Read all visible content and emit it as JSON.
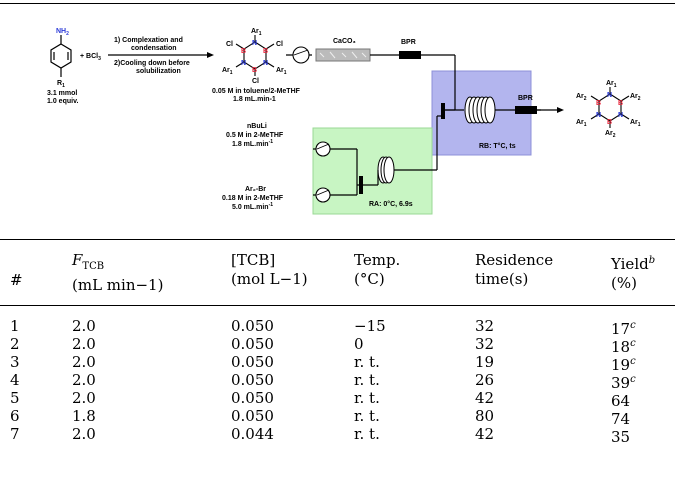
{
  "scheme": {
    "reagent": {
      "nh2": "NH",
      "nh2_sub": "2",
      "r1": "R",
      "r1_sub": "1",
      "amount": "3.1 mmol",
      "equiv": "1.0 equiv.",
      "bcl3": "+ BCl",
      "bcl3_sub": "3"
    },
    "steps": {
      "step1_line1": "1) Complexation and",
      "step1_line2": "condensation",
      "step2_line1": "2)Cooling down before",
      "step2_line2": "solubilization"
    },
    "tcb_ring": {
      "ar1": "Ar",
      "ar1_sub": "1",
      "cl": "Cl",
      "n": "N",
      "b": "B",
      "feed_line1": "0.05 M in toluene/2-MeTHF",
      "feed_line2": "1.8 mL.min-1"
    },
    "caco3": "CaCO₃",
    "bpr": "BPR",
    "nbuli": {
      "name": "nBuLi",
      "conc": "0.5 M in 2-MeTHF",
      "flow": "1.8 mL.min",
      "flow_exp": "-1"
    },
    "ar2br": {
      "name": "Ar₂-Br",
      "conc": "0.18 M in 2-MeTHF",
      "flow": "5.0 mL.min",
      "flow_exp": "-1"
    },
    "ra_label": "RA: 0°C, 6.9s",
    "rb_label": "RB: T°C, ts",
    "product": {
      "ar1": "Ar",
      "ar1_sub": "1",
      "ar2": "Ar",
      "ar2_sub": "2",
      "n": "N",
      "b": "B"
    },
    "colors": {
      "rb_fill": "#b3b5ee",
      "ra_fill": "#c8f5c3",
      "boron": "#e8253a",
      "nitrogen": "#2433d6",
      "nh2": "#2a39d8"
    }
  },
  "table": {
    "headers": [
      {
        "lines": [
          "#"
        ]
      },
      {
        "lines": [
          "F",
          "(mL min−1)"
        ],
        "sub": "TCB"
      },
      {
        "lines": [
          "[TCB]",
          "(mol L−1)"
        ]
      },
      {
        "lines": [
          "Temp.",
          "(°C)"
        ]
      },
      {
        "lines": [
          "Residence",
          "time(s)"
        ]
      },
      {
        "lines": [
          "Yield",
          "(%)"
        ],
        "sup": "b"
      }
    ],
    "rows": [
      {
        "n": "1",
        "f": "2.0",
        "c": "0.050",
        "t": "−15",
        "rt": "32",
        "y": "17",
        "note": "c"
      },
      {
        "n": "2",
        "f": "2.0",
        "c": "0.050",
        "t": "0",
        "rt": "32",
        "y": "18",
        "note": "c"
      },
      {
        "n": "3",
        "f": "2.0",
        "c": "0.050",
        "t": "r. t.",
        "rt": "19",
        "y": "19",
        "note": "c"
      },
      {
        "n": "4",
        "f": "2.0",
        "c": "0.050",
        "t": "r. t.",
        "rt": "26",
        "y": "39",
        "note": "c"
      },
      {
        "n": "5",
        "f": "2.0",
        "c": "0.050",
        "t": "r. t.",
        "rt": "42",
        "y": "64",
        "note": ""
      },
      {
        "n": "6",
        "f": "1.8",
        "c": "0.050",
        "t": "r. t.",
        "rt": "80",
        "y": "74",
        "note": ""
      },
      {
        "n": "7",
        "f": "2.0",
        "c": "0.044",
        "t": "r. t.",
        "rt": "42",
        "y": "35",
        "note": ""
      }
    ]
  }
}
